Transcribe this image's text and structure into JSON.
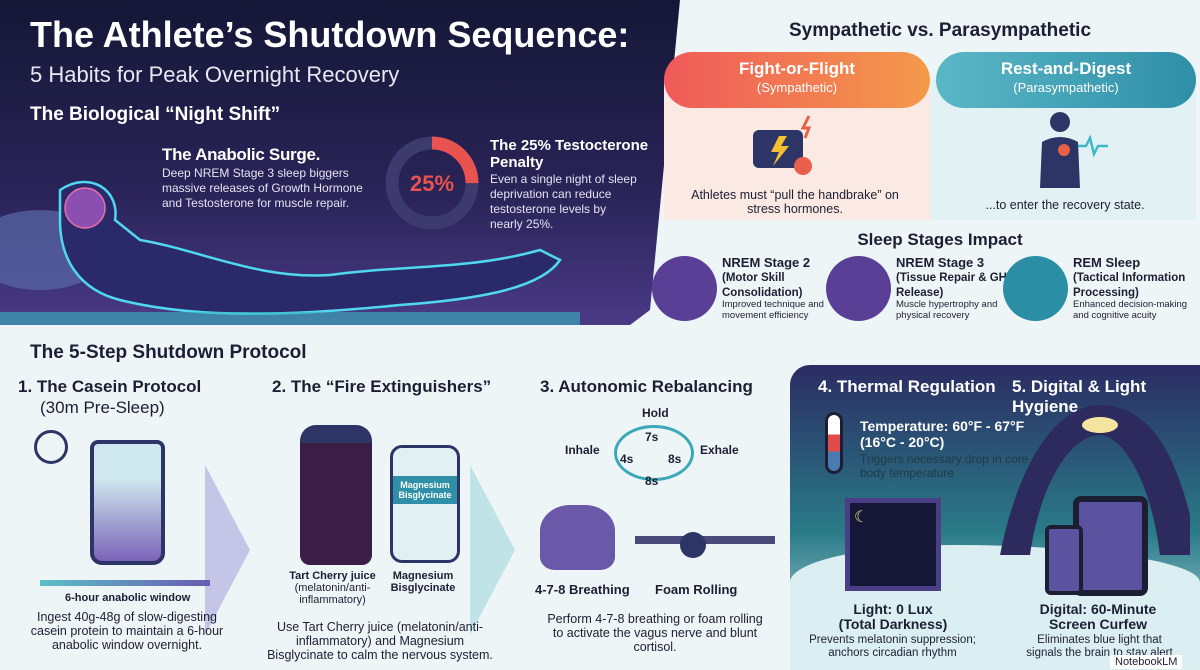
{
  "header": {
    "title": "The Athlete’s Shutdown Sequence:",
    "subtitle": "5 Habits for Peak Overnight Recovery"
  },
  "night_shift": {
    "title": "The Biological “Night Shift”",
    "surge_title": "The Anabolic Surge.",
    "surge_body": "Deep NREM Stage 3 sleep biggers massive releases of Growth Hormone and Testosterone for muscle repair.",
    "ring_label": "25%",
    "ring_percent": 25,
    "penalty_title": "The 25% Testocterone Penalty",
    "penalty_body": "Even a single night of sleep deprivation can reduce testosterone levels by nearly 25%.",
    "colors": {
      "ring": "#e8524f",
      "ring_track": "#3d3a6e"
    }
  },
  "nervous": {
    "title": "Sympathetic vs. Parasympathetic",
    "fight": {
      "label": "Fight-or-Flight",
      "sub": "(Sympathetic)",
      "caption": "Athletes must “pull the handbrake” on stress hormones.",
      "icon": "engine-icon"
    },
    "rest": {
      "label": "Rest-and-Digest",
      "sub": "(Parasympathetic)",
      "caption": "...to enter the recovery state.",
      "icon": "body-heart-icon"
    }
  },
  "stages": {
    "title": "Sleep Stages Impact",
    "items": [
      {
        "title": "NREM Stage 2",
        "sub": "(Motor Skill Consolidation)",
        "desc": "Improved technique and movement efficiency",
        "icon": "brain-icon"
      },
      {
        "title": "NREM Stage 3",
        "sub": "(Tissue Repair & GH Release)",
        "desc": "Muscle hypertrophy and physical recovery",
        "icon": "muscle-arm-icon"
      },
      {
        "title": "REM Sleep",
        "sub": "(Tactical Information Processing)",
        "desc": "Enhanced decision-making and cognitive acuity",
        "icon": "head-lightbulb-icon"
      }
    ]
  },
  "protocol": {
    "title": "The 5-Step Shutdown Protocol",
    "steps": [
      {
        "title": "1. The Casein Protocol",
        "sub": "(30m Pre-Sleep)",
        "timeline_label": "6-hour anabolic window",
        "desc": "Ingest 40g-48g of slow-digesting casein protein to maintain a 6-hour anabolic window overnight."
      },
      {
        "title": "2. The “Fire Extinguishers”",
        "bottle1": "Tart Cherry juice",
        "bottle1_sub": "(melatonin/anti-inflammatory)",
        "bottle2": "Magnesium Bisglycinate",
        "bottle2_label": "Magnesium Bisglycinate",
        "desc": "Use Tart Cherry juice (melatonin/anti-inflammatory) and Magnesium Bisglycinate to calm the nervous system."
      },
      {
        "title": "3. Autonomic Rebalancing",
        "hold": "Hold",
        "inhale": "Inhale",
        "exhale": "Exhale",
        "t4": "4s",
        "t7": "7s",
        "t8a": "8s",
        "t8b": "8s",
        "label1": "4-7-8 Breathing",
        "label2": "Foam Rolling",
        "desc": "Perform 4-7-8 breathing or foam rolling to activate the vagus nerve and blunt cortisol."
      },
      {
        "title": "4. Thermal Regulation",
        "temp": "Temperature: 60°F - 67°F",
        "temp_c": "(16°C - 20°C)",
        "temp_desc": "Triggers necessary drop in core body temperature",
        "light": "Light: 0 Lux",
        "light_sub": "(Total Darkness)",
        "light_desc": "Prevents melatonin suppression; anchors circadian rhythm"
      },
      {
        "title": "5. Digital & Light Hygiene",
        "digital": "Digital: 60-Minute",
        "digital_sub": "Screen Curfew",
        "digital_desc": "Eliminates blue light that signals the brain to stay alert"
      }
    ]
  },
  "watermark": "NotebookLM"
}
